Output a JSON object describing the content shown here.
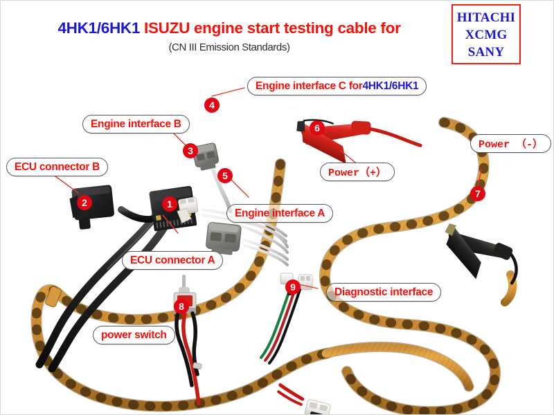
{
  "header": {
    "title_model": "4HK1/6HK1",
    "title_rest": "ISUZU engine start testing cable for",
    "subtitle": "(CN III Emission Standards)",
    "brands": [
      "HITACHI",
      "XCMG",
      "SANY"
    ],
    "colors": {
      "model_blue": "#1a18d6",
      "title_red": "#fa0f08",
      "brand_box_border": "#f91b0d",
      "badge_red": "#e20613"
    }
  },
  "callouts": [
    {
      "id": "engine-interface-c",
      "text_red": "Engine interface C for ",
      "text_blue": "4HK1/6HK1"
    },
    {
      "id": "engine-interface-b",
      "text_red": "Engine interface B",
      "text_blue": ""
    },
    {
      "id": "ecu-connector-b",
      "text_red": "ECU connector B",
      "text_blue": ""
    },
    {
      "id": "engine-interface-a",
      "text_red": "Engine interface A",
      "text_blue": ""
    },
    {
      "id": "ecu-connector-a",
      "text_red": "ECU connector A",
      "text_blue": ""
    },
    {
      "id": "power-positive",
      "text_red": "Power（+）",
      "text_blue": ""
    },
    {
      "id": "power-negative",
      "text_red": "Power （-）",
      "text_blue": ""
    },
    {
      "id": "diagnostic-interface",
      "text_red": "Diagnostic interface",
      "text_blue": ""
    },
    {
      "id": "power-switch",
      "text_red": "power switch",
      "text_blue": ""
    }
  ],
  "badges": [
    {
      "n": "1",
      "for": "ecu-connector-a"
    },
    {
      "n": "2",
      "for": "ecu-connector-b"
    },
    {
      "n": "3",
      "for": "engine-interface-b"
    },
    {
      "n": "4",
      "for": "engine-interface-c"
    },
    {
      "n": "5",
      "for": "engine-interface-a"
    },
    {
      "n": "6",
      "for": "power-positive"
    },
    {
      "n": "7",
      "for": "power-negative"
    },
    {
      "n": "8",
      "for": "power-switch"
    },
    {
      "n": "9",
      "for": "diagnostic-interface"
    }
  ]
}
